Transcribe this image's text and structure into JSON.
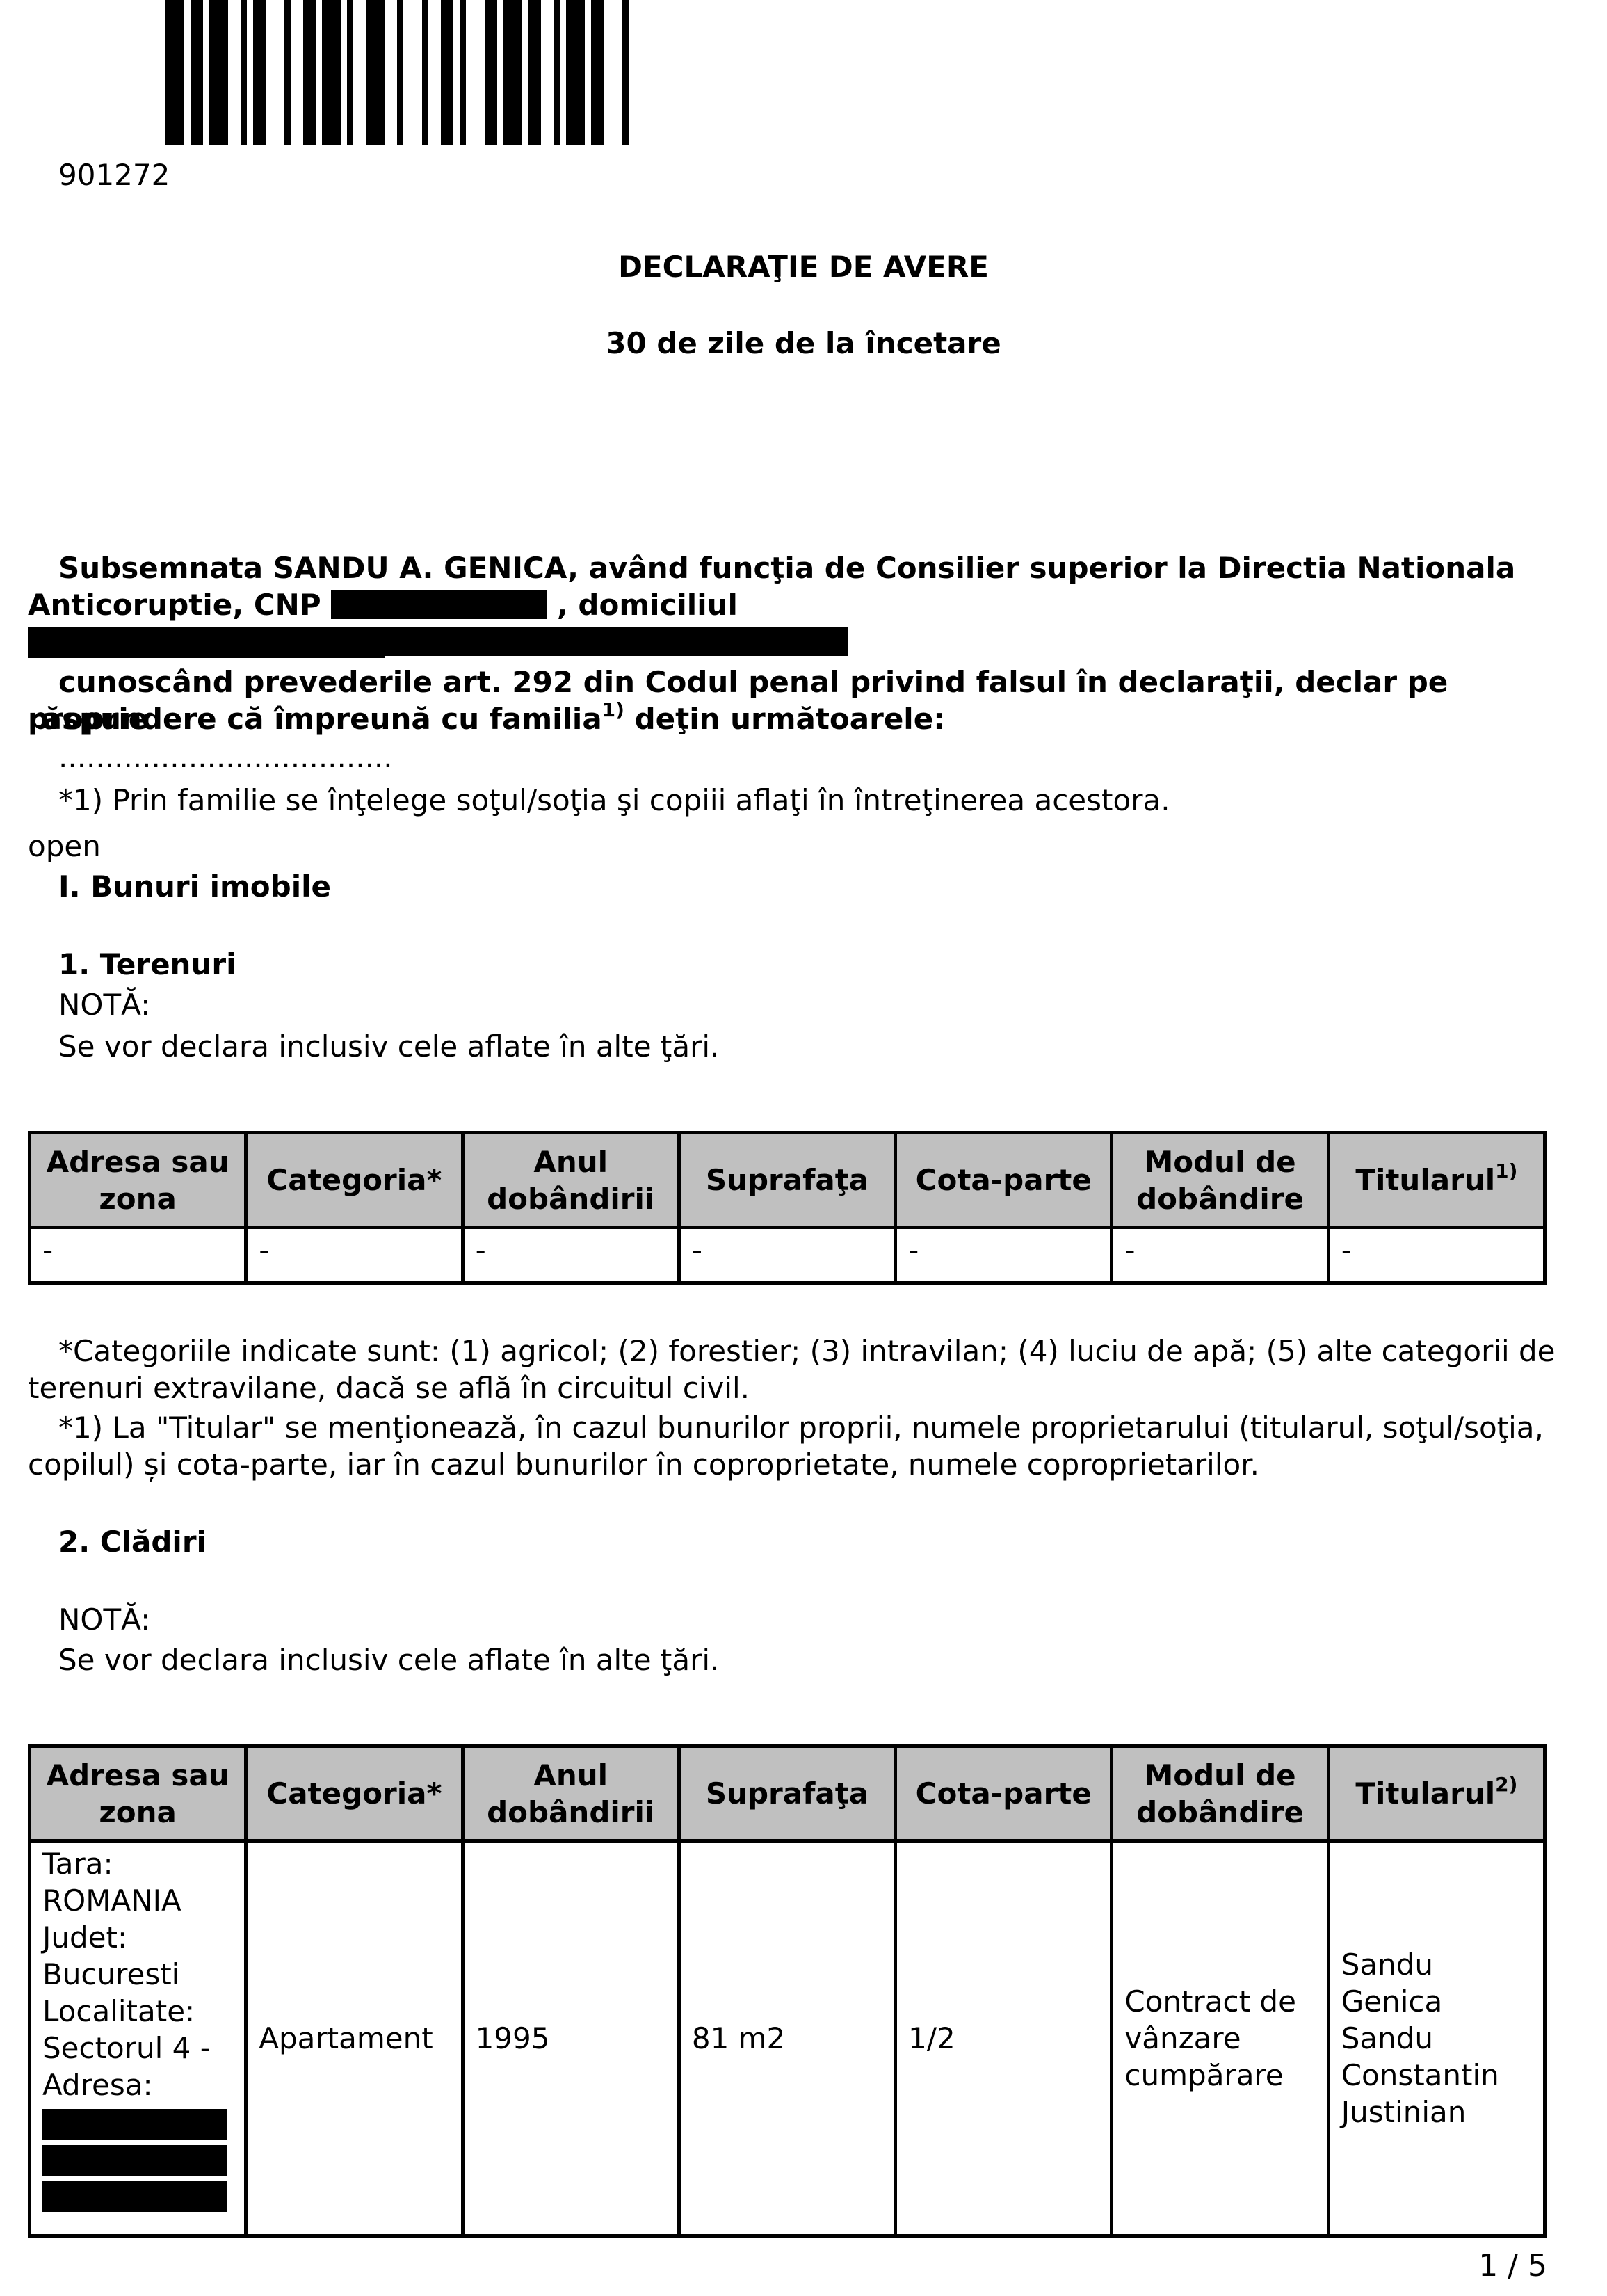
{
  "header": {
    "document_number": "901272",
    "title": "DECLARAŢIE DE AVERE",
    "subtitle": "30 de zile de la încetare"
  },
  "intro": {
    "line1_a": "Subsemnata SANDU A. GENICA, având funcţia de Consilier superior la Directia Nationala",
    "line2_a": "Anticoruptie, CNP",
    "line2_b": ", domiciliul",
    "line3_a": "cunoscând prevederile art. 292 din Codul penal privind falsul în declaraţii, declar pe proprie",
    "line4_a": "răspundere că împreună cu familia",
    "line4_sup": "1)",
    "line4_b": " deţin următoarele:",
    "dots": "....................................",
    "footnote": "*1) Prin familie se înţelege soţul/soţia şi copiii aflaţi în întreţinerea acestora.",
    "open_label": "open"
  },
  "section1": {
    "heading": "I. Bunuri imobile",
    "sub_heading": "1. Terenuri",
    "nota_label": "NOTĂ:",
    "nota_text": "Se vor declara inclusiv cele aflate în alte ţări.",
    "table": {
      "headers": [
        "Adresa sau zona",
        "Categoria*",
        "Anul dobândirii",
        "Suprafaţa",
        "Cota-parte",
        "Modul de dobândire",
        "Titularul"
      ],
      "titular_sup": "1)",
      "rows": [
        [
          "-",
          "-",
          "-",
          "-",
          "-",
          "-",
          "-"
        ]
      ]
    },
    "note_categories_1": "*Categoriile indicate sunt: (1) agricol; (2) forestier; (3) intravilan; (4) luciu de apă; (5) alte categorii de",
    "note_categories_2": "terenuri extravilane, dacă se află în circuitul civil.",
    "note_titular_1": "*1) La \"Titular\" se menţionează, în cazul bunurilor proprii, numele proprietarului (titularul, soţul/soţia,",
    "note_titular_2": "copilul) și cota-parte, iar în cazul bunurilor în coproprietate, numele coproprietarilor."
  },
  "section2": {
    "sub_heading": "2. Clădiri",
    "nota_label": "NOTĂ:",
    "nota_text": "Se vor declara inclusiv cele aflate în alte ţări.",
    "table": {
      "headers": [
        "Adresa sau zona",
        "Categoria*",
        "Anul dobândirii",
        "Suprafaţa",
        "Cota-parte",
        "Modul de dobândire",
        "Titularul"
      ],
      "titular_sup": "2)",
      "row": {
        "address_lines": [
          "Tara:",
          "ROMANIA",
          "Judet:",
          "Bucuresti",
          "Localitate:",
          "Sectorul 4 -",
          "Adresa:"
        ],
        "categoria": "Apartament",
        "anul": "1995",
        "suprafata": "81 m2",
        "cota": "1/2",
        "modul": "Contract de vânzare cumpărare",
        "titular": "Sandu Genica Sandu Constantin Justinian"
      }
    }
  },
  "footer": {
    "page_number": "1 / 5"
  }
}
